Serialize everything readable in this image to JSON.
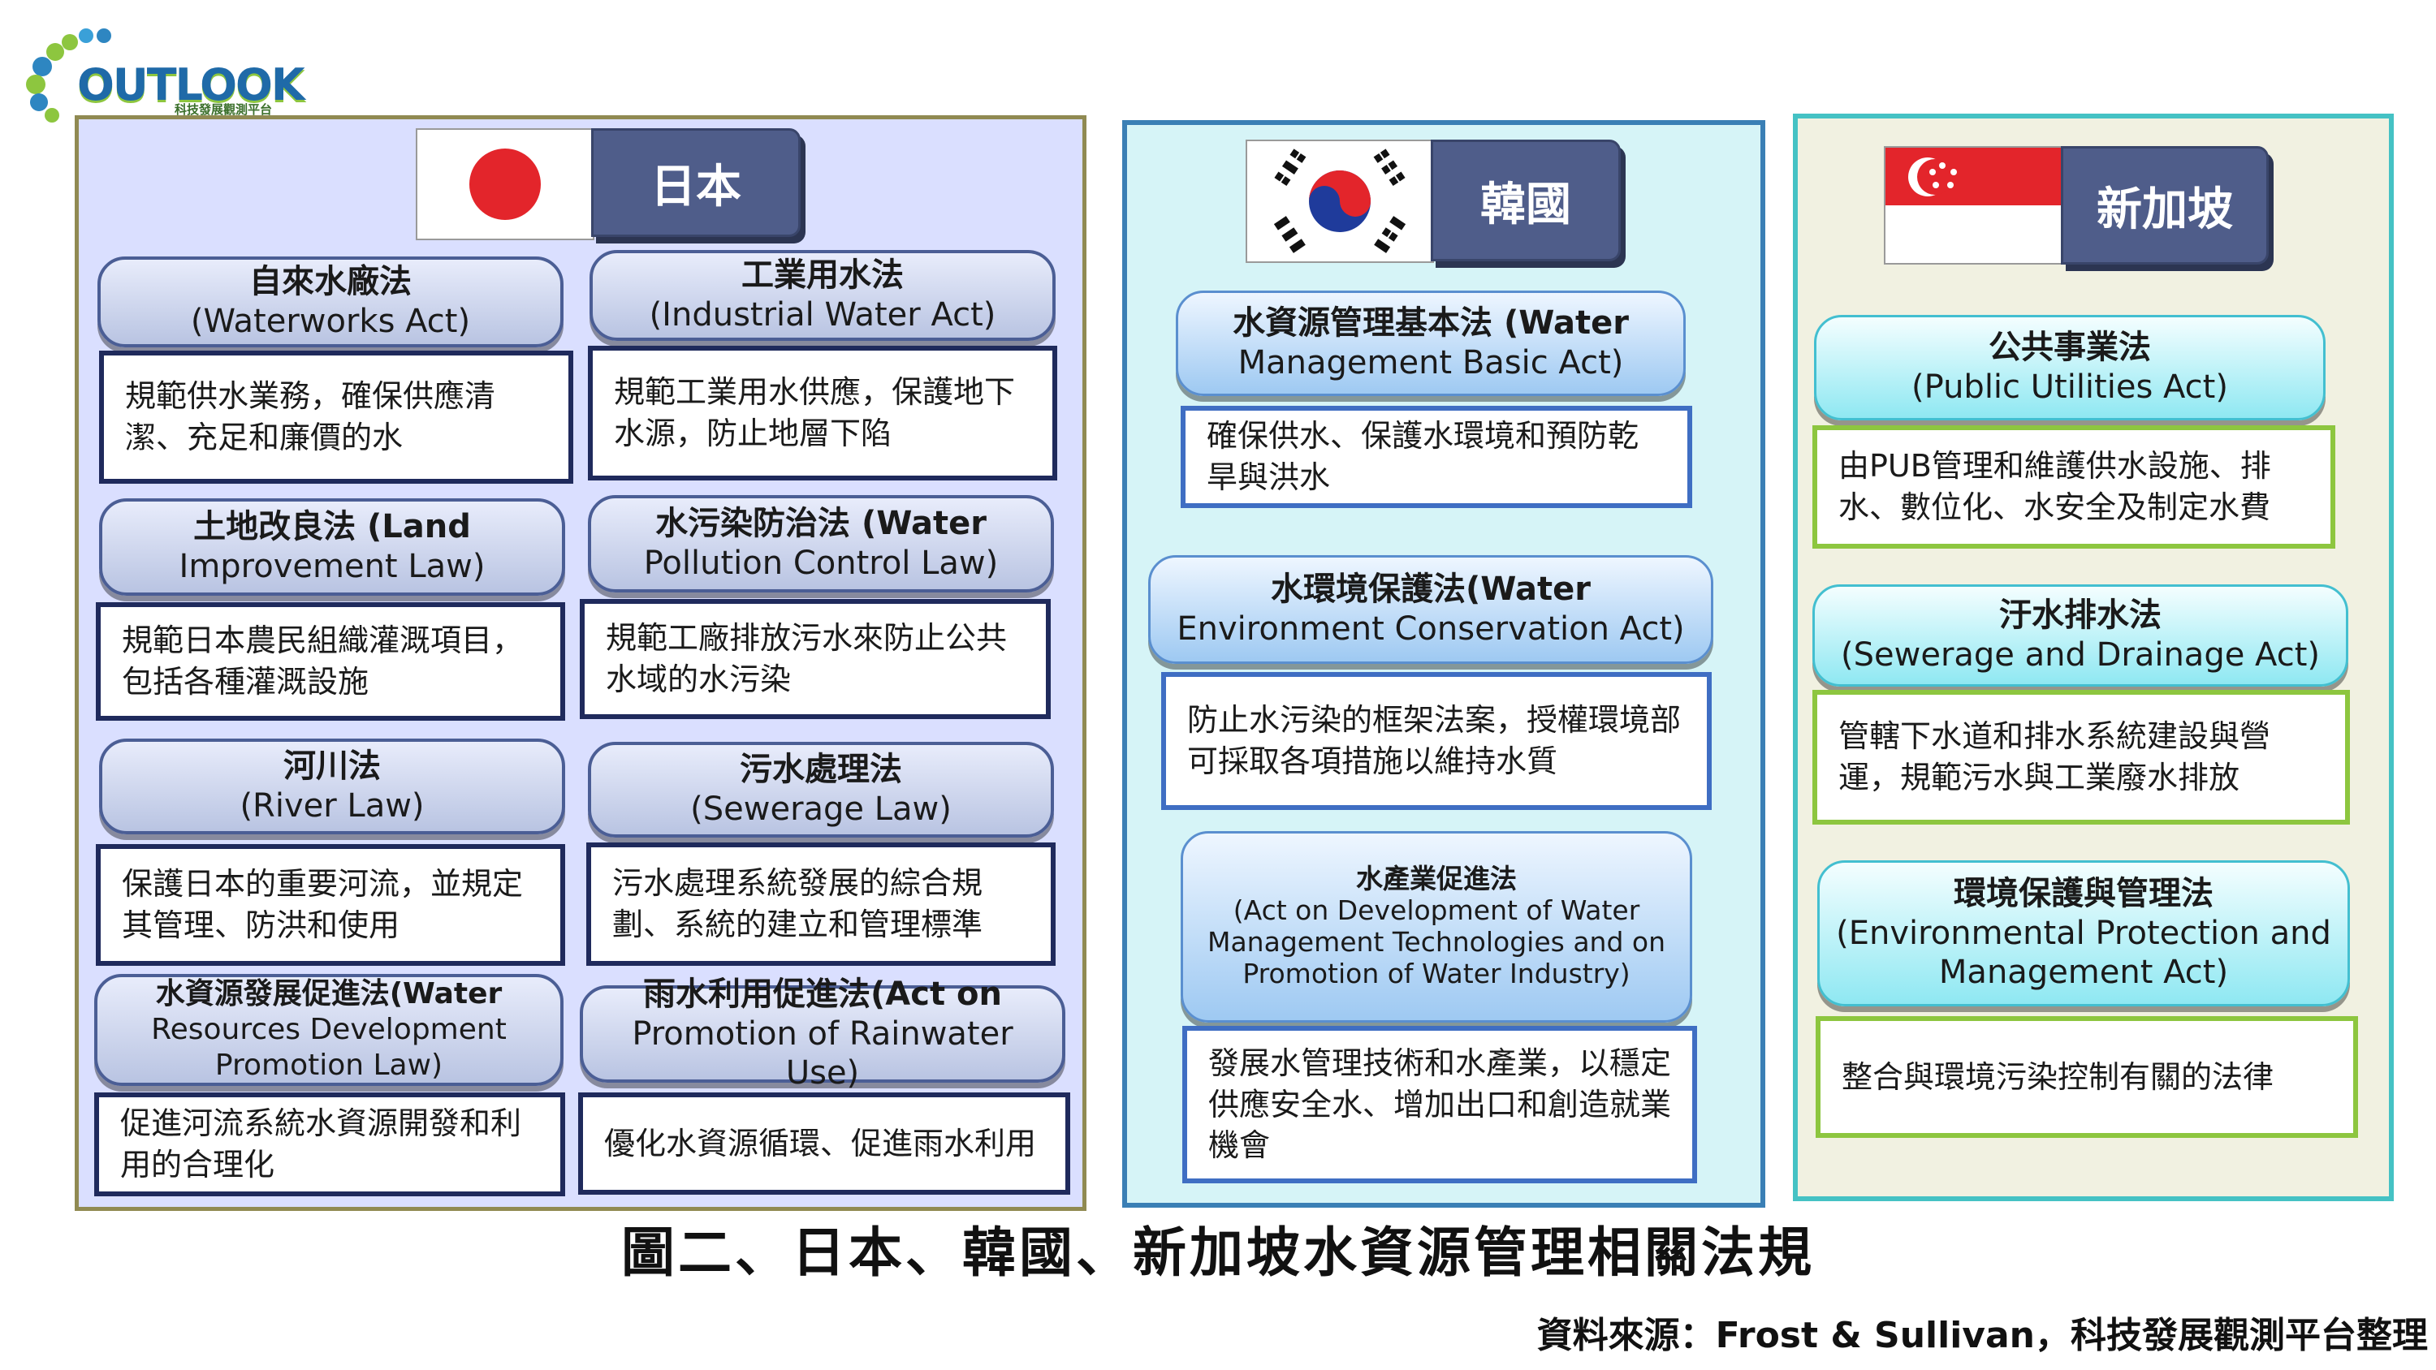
{
  "logo": {
    "text": "OUTLOOK",
    "subtitle": "科技發展觀測平台"
  },
  "colors": {
    "japan_panel": "#dadfff",
    "korea_panel": "#d6f4f7",
    "singapore_panel": "#f1f1e1",
    "country_label_bg": "#4f5d8a",
    "japan_red": "#e3252b",
    "korea_blue": "#1f3b9b",
    "sg_red": "#e3252b"
  },
  "japan": {
    "name": "日本",
    "laws": [
      {
        "zh": "自來水廠法",
        "en": "(Waterworks Act)",
        "desc": "規範供水業務，確保供應清潔、充足和廉價的水"
      },
      {
        "zh": "工業用水法",
        "en": "(Industrial Water Act)",
        "desc": "規範工業用水供應，保護地下水源，防止地層下陷"
      },
      {
        "zh": "土地改良法 (Land",
        "en": "Improvement Law)",
        "desc": "規範日本農民組織灌溉項目，包括各種灌溉設施"
      },
      {
        "zh": "水污染防治法 (Water",
        "en": "Pollution Control Law)",
        "desc": "規範工廠排放污水來防止公共水域的水污染"
      },
      {
        "zh": "河川法",
        "en": "(River Law)",
        "desc": "保護日本的重要河流，並規定其管理、防洪和使用"
      },
      {
        "zh": "污水處理法",
        "en": "(Sewerage Law)",
        "desc": "污水處理系統發展的綜合規劃、系統的建立和管理標準"
      },
      {
        "zh": "水資源發展促進法(Water",
        "en": "Resources Development Promotion Law)",
        "desc": "促進河流系統水資源開發和利用的合理化"
      },
      {
        "zh": "雨水利用促進法(Act on",
        "en": "Promotion of Rainwater Use)",
        "desc": "優化水資源循環、促進雨水利用"
      }
    ]
  },
  "korea": {
    "name": "韓國",
    "laws": [
      {
        "zh": "水資源管理基本法 (Water",
        "en": "Management Basic Act)",
        "desc": "確保供水、保護水環境和預防乾旱與洪水"
      },
      {
        "zh": "水環境保護法(Water",
        "en": "Environment Conservation Act)",
        "desc": "防止水污染的框架法案，授權環境部可採取各項措施以維持水質"
      },
      {
        "zh": "水產業促進法",
        "en": "(Act on Development of Water Management Technologies and on Promotion of Water Industry)",
        "desc": "發展水管理技術和水產業，以穩定供應安全水、增加出口和創造就業機會"
      }
    ]
  },
  "singapore": {
    "name": "新加坡",
    "laws": [
      {
        "zh": "公共事業法",
        "en": "(Public Utilities Act)",
        "desc": "由PUB管理和維護供水設施、排水、數位化、水安全及制定水費"
      },
      {
        "zh": "汙水排水法",
        "en": "(Sewerage and Drainage Act)",
        "desc": "管轄下水道和排水系統建設與營運，規範污水與工業廢水排放"
      },
      {
        "zh": "環境保護與管理法",
        "en": "(Environmental Protection and Management Act)",
        "desc": "整合與環境污染控制有關的法律"
      }
    ]
  },
  "caption": "圖二、日本、韓國、新加坡水資源管理相關法規",
  "source": "資料來源：Frost & Sullivan，科技發展觀測平台整理"
}
